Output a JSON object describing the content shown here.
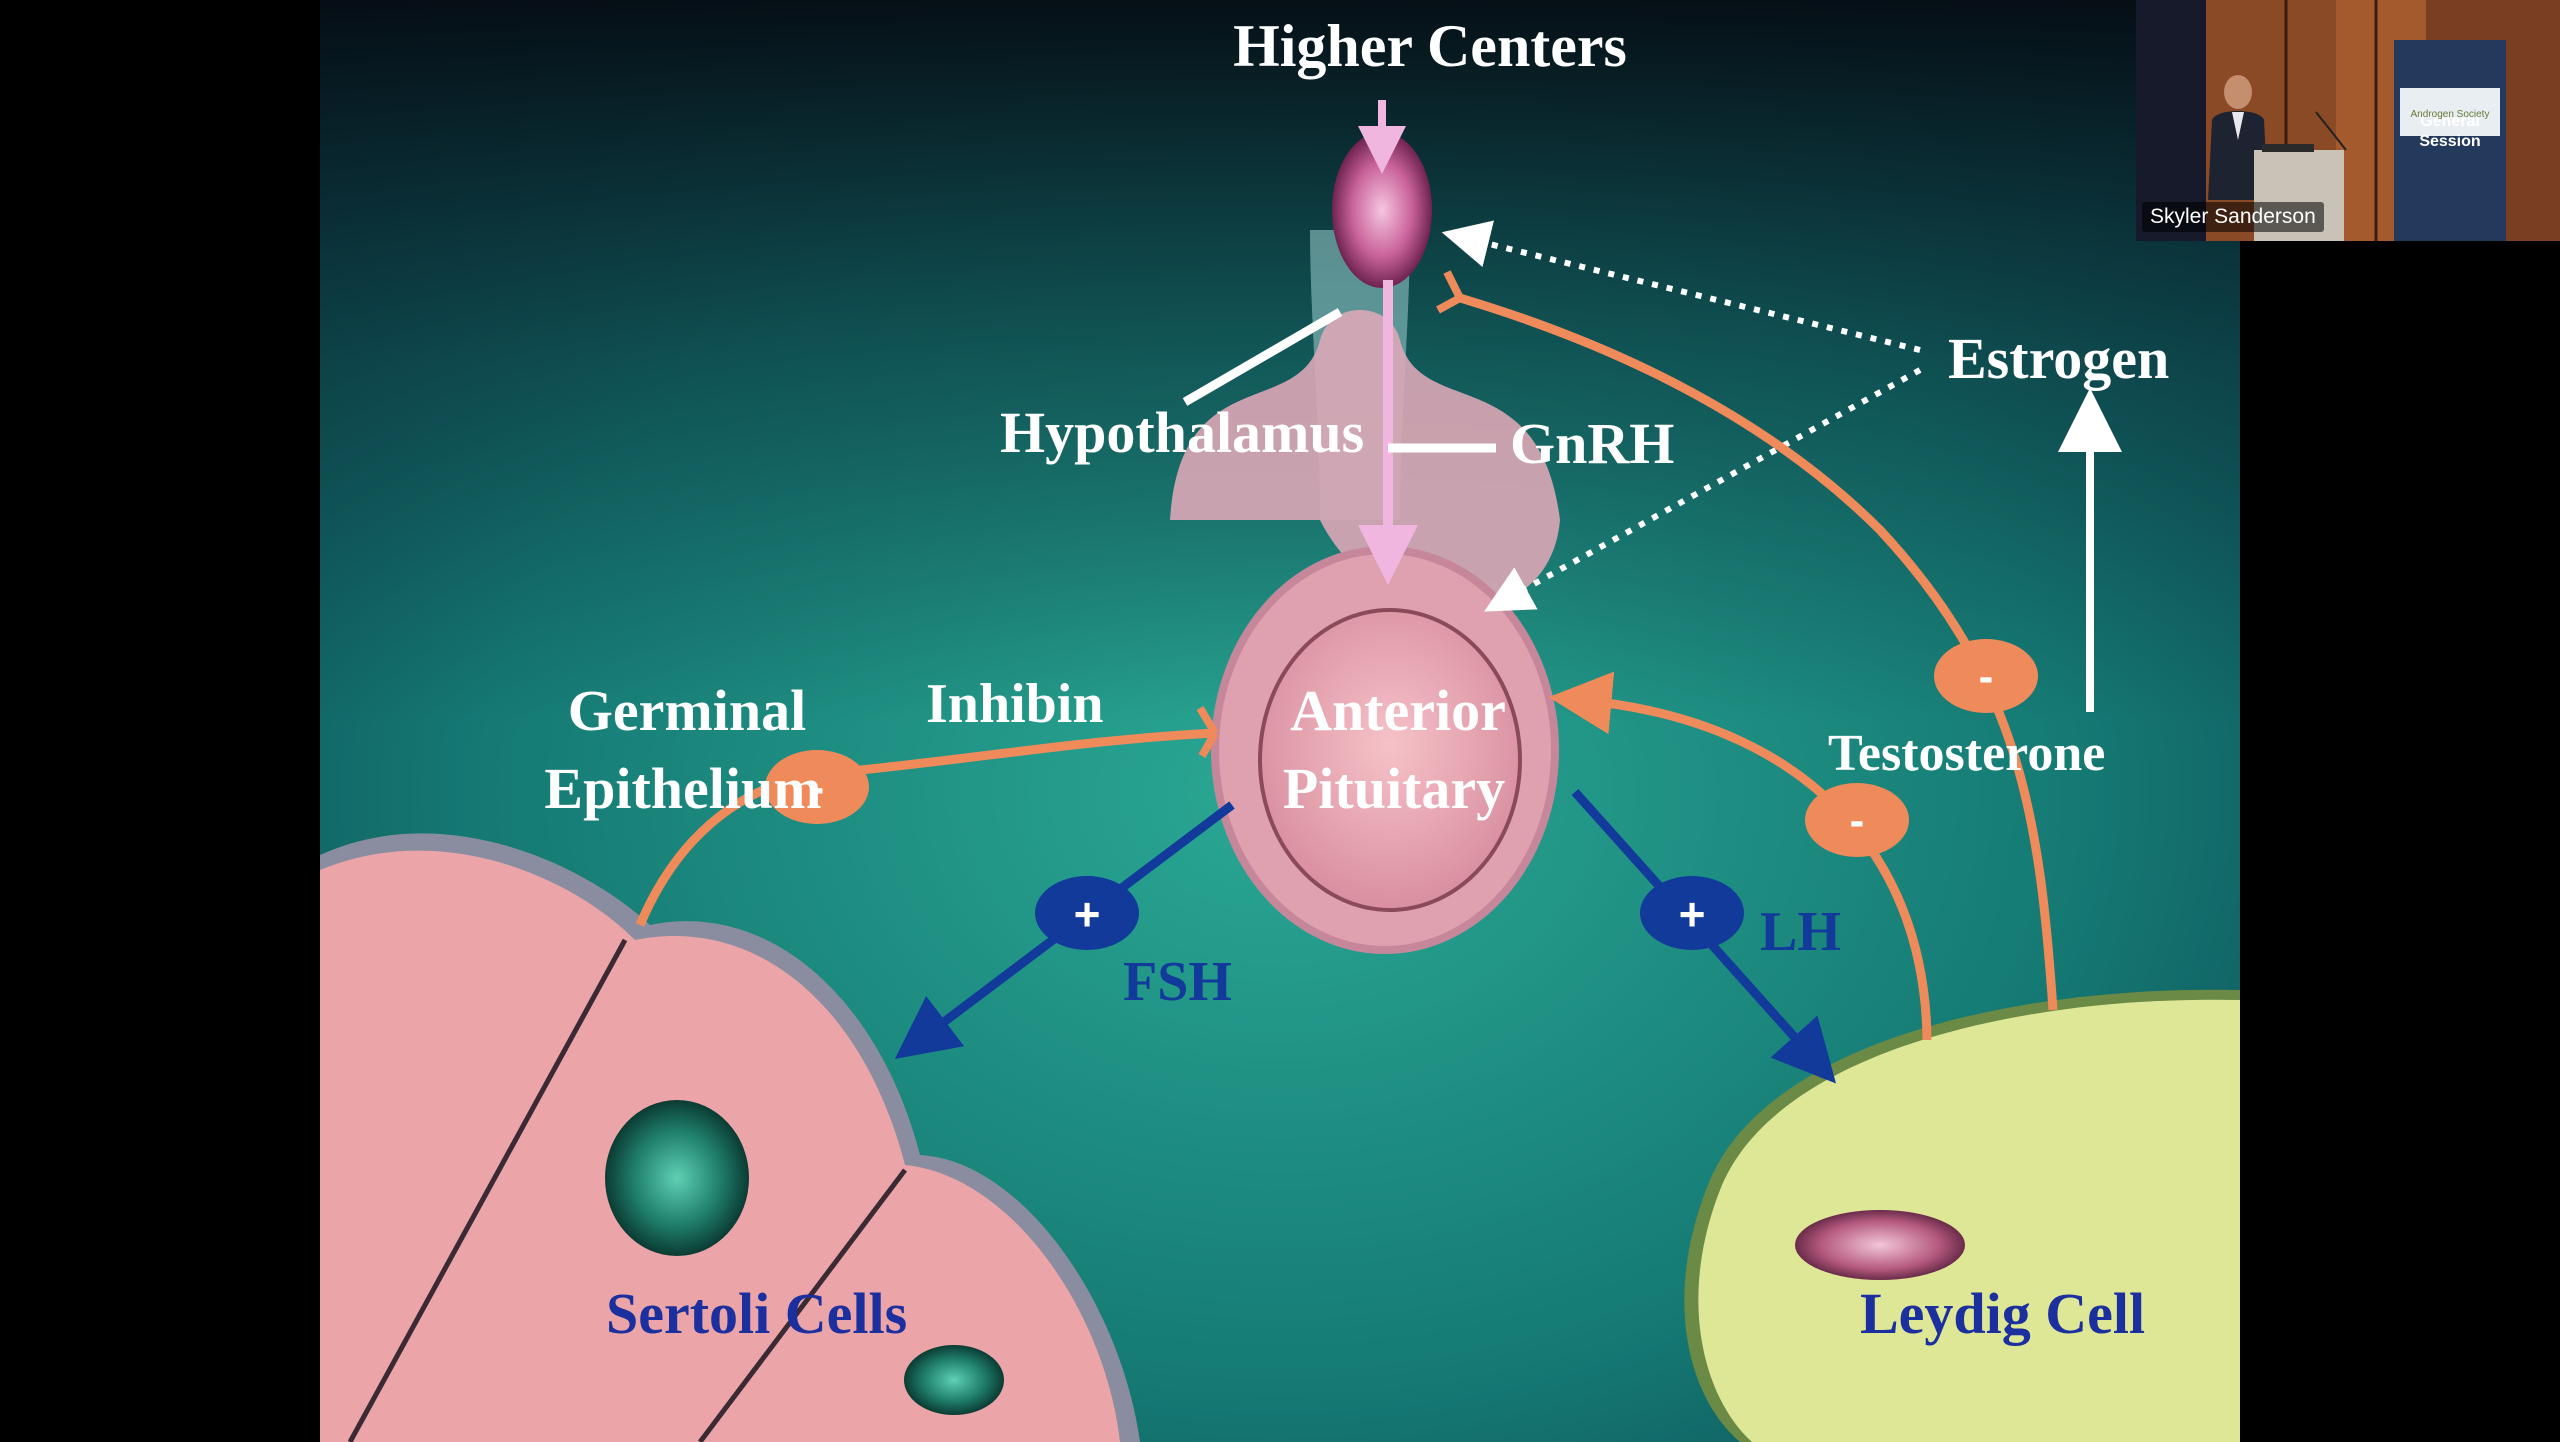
{
  "slide": {
    "labels": {
      "higher_centers": "Higher Centers",
      "hypothalamus": "Hypothalamus",
      "gnrh": "GnRH",
      "estrogen": "Estrogen",
      "anterior": "Anterior",
      "pituitary": "Pituitary",
      "germinal": "Germinal",
      "epithelium": "Epithelium",
      "inhibin": "Inhibin",
      "testosterone": "Testosterone",
      "fsh": "FSH",
      "lh": "LH",
      "sertoli_cells": "Sertoli Cells",
      "leydig_cell": "Leydig Cell"
    },
    "signs": {
      "minus": "-",
      "plus": "+"
    },
    "colors": {
      "background_top": "#0b1f2a",
      "background_mid": "#1a8b80",
      "feedback_orange": "#ef8a5a",
      "stimulus_blue": "#123a9a",
      "sertoli_pink": "#eba5a8",
      "leydig_yellow": "#dde795",
      "gnrh_pink": "#f0b6e0"
    }
  },
  "video": {
    "speaker_name": "Skyler Sanderson",
    "banner_brand": "Androgen Society",
    "banner_session_line1": "General",
    "banner_session_line2": "Session"
  }
}
